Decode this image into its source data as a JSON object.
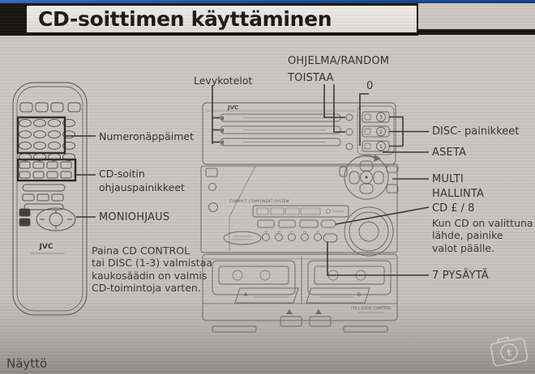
{
  "title": "CD-soittimen käyttäminen",
  "callouts": {
    "levykotelot": "Levykotelot",
    "ohjelma_random": "OHJELMA/RANDOM\nTOISTAA",
    "zero": "0",
    "disc_painikkeet": "DISC- painikkeet",
    "aseta": "ASETA",
    "multi_hallinta": "MULTI\nHALLINTA",
    "cd_play": "CD £ / 8",
    "cd_note": "Kun CD on valittuna\nlähde, painike\nvalot päälle.",
    "pysayta": "7 PYSÄYTÄ",
    "numeronappaimet": "Numeronäppäimet",
    "cd_soitin": "CD-soitin\nohjauspainikkeet",
    "moniohjaus": "MONIOHJAUS",
    "paina_note": "Paina CD CONTROL\ntai DISC (1-3) valmistaa\nkaukosäädin on valmis\nCD-toimintoja varten.",
    "naytto": "Näyttö"
  },
  "device": {
    "brand": "JVC",
    "panel_text": "COMPACT COMPONENT SYSTEM",
    "deck_text": "FULL LOGIC CONTROL",
    "deck_a": "A",
    "deck_b": "B",
    "disc_numbers": [
      "3",
      "2",
      "1"
    ]
  },
  "watermark": {
    "letter": "t"
  },
  "colors": {
    "page_bg": "#c8c5bf",
    "header_blue": "#1c4a96",
    "header_black": "#161412",
    "title_box": "#ebe9e4",
    "label_text": "#34322e",
    "sketch_line": "#6d6a64",
    "leader_line": "#37352f",
    "watermark": "#dcdad4"
  }
}
